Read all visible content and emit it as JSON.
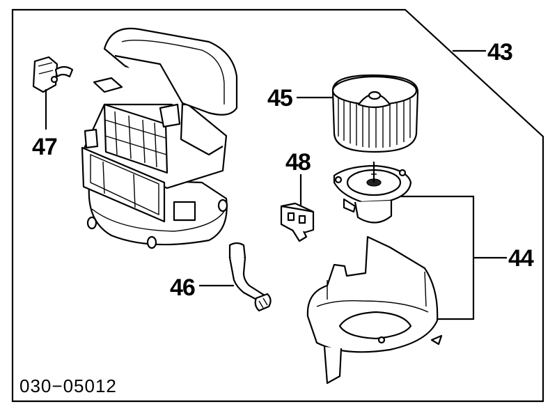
{
  "diagram_code": "030−05012",
  "callouts": [
    {
      "id": "43",
      "label": "43"
    },
    {
      "id": "44",
      "label": "44"
    },
    {
      "id": "45",
      "label": "45"
    },
    {
      "id": "46",
      "label": "46"
    },
    {
      "id": "47",
      "label": "47"
    },
    {
      "id": "48",
      "label": "48"
    }
  ],
  "parts": [
    {
      "callout": "43",
      "icon": "blower-unit-assembly-outline"
    },
    {
      "callout": "44",
      "icon": "blower-motor-and-housing"
    },
    {
      "callout": "45",
      "icon": "blower-fan-wheel"
    },
    {
      "callout": "46",
      "icon": "drain-hose"
    },
    {
      "callout": "47",
      "icon": "actuator"
    },
    {
      "callout": "48",
      "icon": "resistor"
    }
  ]
}
